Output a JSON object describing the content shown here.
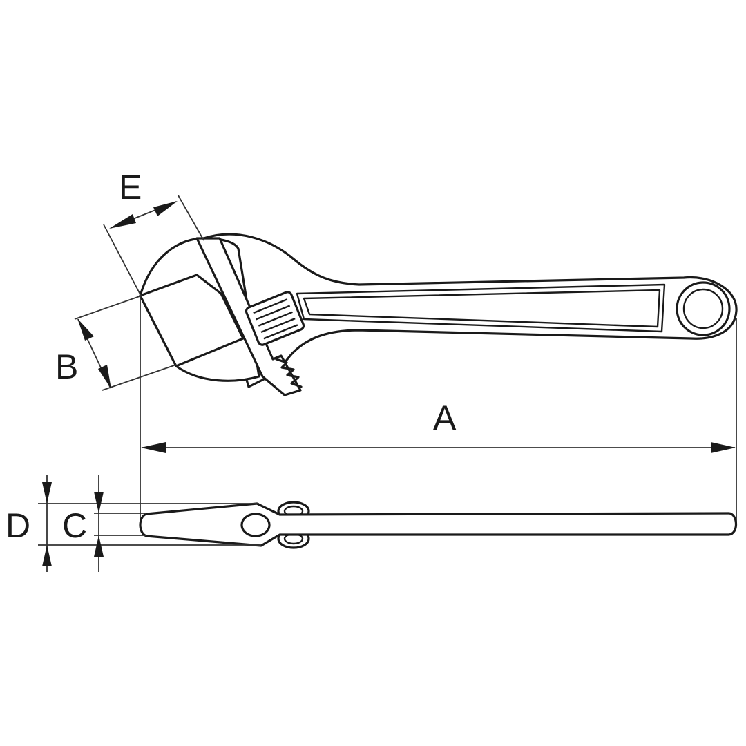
{
  "diagram": {
    "subject": "Adjustable wrench technical dimension drawing",
    "views": [
      "top view",
      "side view"
    ],
    "line_color": "#1a1a1a",
    "background_color": "#ffffff",
    "dimensions": {
      "A": {
        "label": "A",
        "meaning": "overall length"
      },
      "B": {
        "label": "B",
        "meaning": "jaw opening"
      },
      "C": {
        "label": "C",
        "meaning": "handle thickness"
      },
      "D": {
        "label": "D",
        "meaning": "head thickness"
      },
      "E": {
        "label": "E",
        "meaning": "jaw depth"
      }
    }
  }
}
